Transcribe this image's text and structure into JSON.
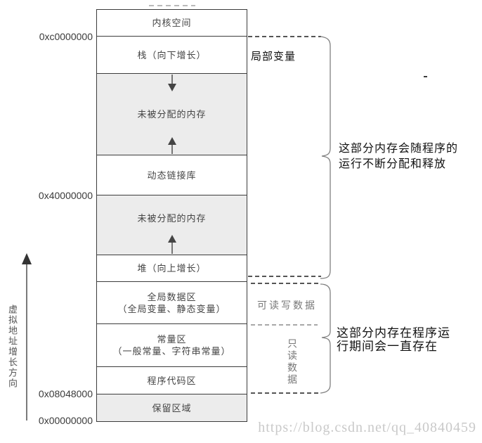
{
  "left": {
    "axis_label": "虚拟地址增长方向",
    "addresses": [
      "0xc0000000",
      "0x40000000",
      "0x08048000",
      "0x00000000"
    ]
  },
  "box": {
    "segments": [
      {
        "line1": "内核空间"
      },
      {
        "line1": "栈（向下增长）"
      },
      {
        "line1": "未被分配的内存",
        "shaded": true,
        "arrows": [
          "down-top",
          "up-bottom"
        ]
      },
      {
        "line1": "动态链接库"
      },
      {
        "line1": "未被分配的内存",
        "shaded": true,
        "arrows": [
          "up-bottom"
        ]
      },
      {
        "line1": "堆（向上增长）"
      },
      {
        "line1": "全局数据区",
        "line2": "（全局变量、静态变量）"
      },
      {
        "line1": "常量区",
        "line2": "（一般常量、字符串常量）"
      },
      {
        "line1": "程序代码区"
      },
      {
        "line1": "保留区域",
        "shaded": true
      }
    ]
  },
  "right": {
    "local_variables": "局部变量",
    "rw_data": "可读写数据",
    "readonly_data": "只读数据",
    "annotation1": {
      "line1": "这部分内存会随程序的",
      "line2": "运行不断分配和释放"
    },
    "annotation2": {
      "line1": "这部分内存在程序运",
      "line2": "行期间会一直存在"
    }
  },
  "watermark": "https://blog.csdn.net/qq_40840459",
  "colors": {
    "background": "#ffffff",
    "box_border": "#3c3c3c",
    "shaded_fill": "#ececec",
    "box_text": "#444444",
    "annotation_text": "#111111",
    "muted_text": "#777777",
    "dash_line": "#555555",
    "brace": "#808080",
    "watermark": "#c9c9c9"
  }
}
